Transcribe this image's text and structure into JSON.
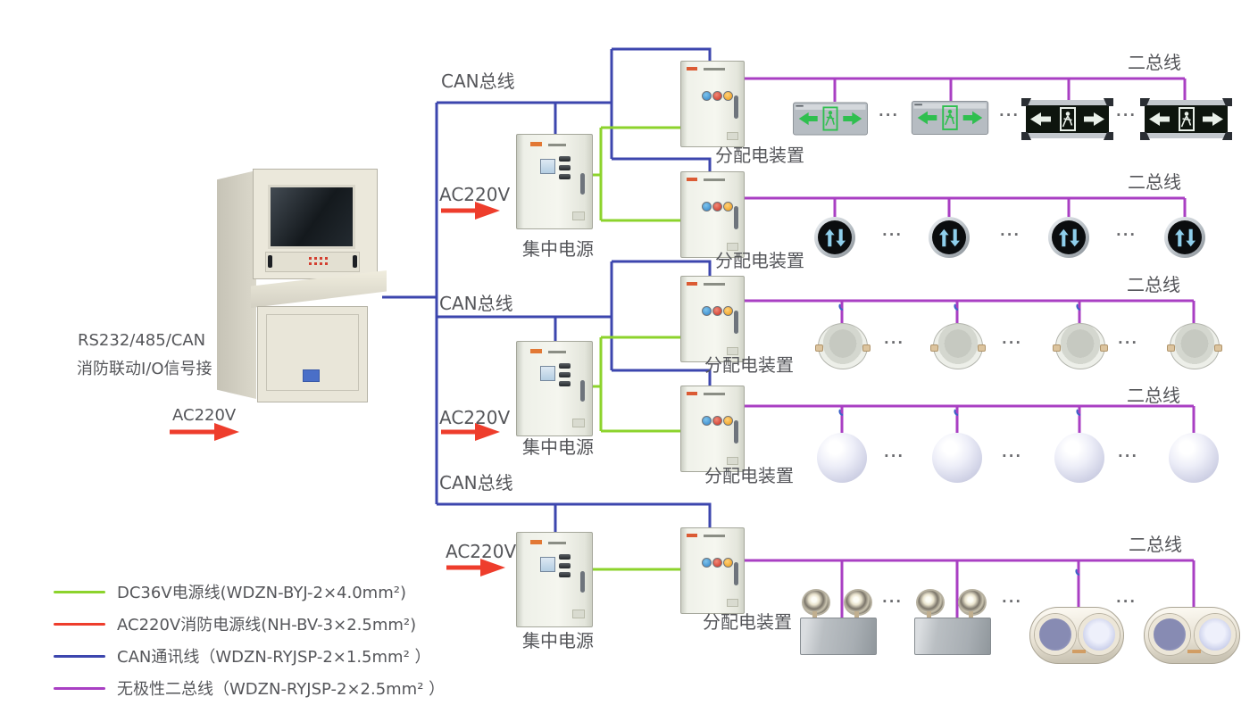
{
  "controller": {
    "line1": "RS232/485/CAN",
    "line2": "消防联动I/O信号接",
    "power_label": "AC220V"
  },
  "network": {
    "can_bus_label": "CAN总线",
    "ac_power_label": "AC220V",
    "central_psu_label": "集中电源",
    "distribution_label": "分配电装置",
    "two_bus_label": "二总线",
    "ellipsis": "···"
  },
  "rows": [
    {
      "bus_label": "二总线",
      "device_icon": "exit-sign",
      "visible_count": 4
    },
    {
      "bus_label": "二总线",
      "device_icon": "direction-indicator",
      "visible_count": 4
    },
    {
      "bus_label": "二总线",
      "device_icon": "ceiling-downlight",
      "visible_count": 4
    },
    {
      "bus_label": "二总线",
      "device_icon": "ball-pendant-light",
      "visible_count": 4
    },
    {
      "bus_label": "二总线",
      "device_icon": "twin-spot-light-and-sound-beacon",
      "visible_count": 4
    }
  ],
  "legend": {
    "items": [
      {
        "color": "#8cd32c",
        "label": "DC36V电源线(WDZN-BYJ-2×4.0mm²)"
      },
      {
        "color": "#ee3d2c",
        "label": "AC220V消防电源线(NH-BV-3×2.5mm²)"
      },
      {
        "color": "#3c46ae",
        "label": "CAN通讯线（WDZN-RYJSP-2×1.5mm² ）"
      },
      {
        "color": "#a93fc3",
        "label": "无极性二总线（WDZN-RYJSP-2×2.5mm² ）"
      }
    ]
  },
  "colors": {
    "can_line": "#3c46ae",
    "dc36_line": "#8cd32c",
    "two_bus_line": "#a93fc3",
    "ac_line": "#ee3d2c",
    "label_text": "#55565a"
  }
}
